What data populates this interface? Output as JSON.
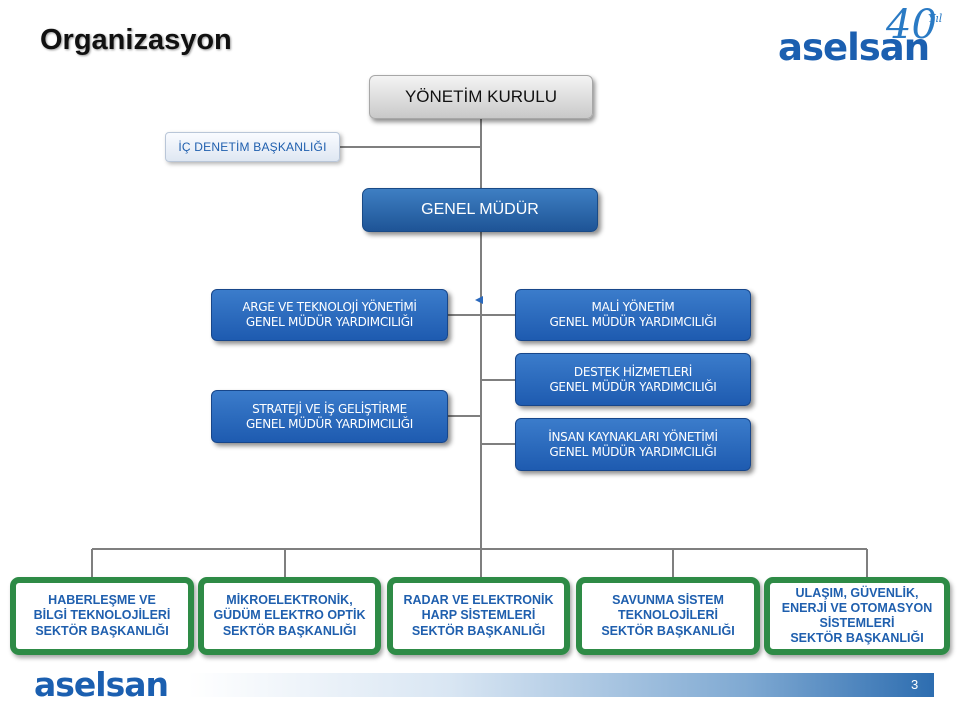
{
  "header": {
    "title": "Organizasyon",
    "logo_text": "aselsan",
    "anniversary_text": "40",
    "anniversary_suffix": "Yıl"
  },
  "chart": {
    "board": "YÖNETİM KURULU",
    "audit": "İÇ DENETİM BAŞKANLIĞI",
    "general_manager": "GENEL MÜDÜR",
    "deputies": {
      "arge": [
        "ARGE VE TEKNOLOJİ YÖNETİMİ",
        "GENEL MÜDÜR YARDIMCILIĞI"
      ],
      "mali": [
        "MALİ YÖNETİM",
        "GENEL MÜDÜR YARDIMCILIĞI"
      ],
      "destek": [
        "DESTEK HİZMETLERİ",
        "GENEL MÜDÜR  YARDIMCILIĞI"
      ],
      "strateji": [
        "STRATEJİ VE İŞ GELİŞTİRME",
        "GENEL MÜDÜR YARDIMCILIĞI"
      ],
      "insan": [
        "İNSAN KAYNAKLARI YÖNETİMİ",
        "GENEL MÜDÜR YARDIMCILIĞI"
      ]
    },
    "sectors": [
      [
        "HABERLEŞME VE",
        "BİLGİ TEKNOLOJİLERİ",
        "SEKTÖR BAŞKANLIĞI"
      ],
      [
        "MİKROELEKTRONİK,",
        "GÜDÜM ELEKTRO OPTİK",
        "SEKTÖR BAŞKANLIĞI"
      ],
      [
        "RADAR VE ELEKTRONİK",
        "HARP SİSTEMLERİ",
        "SEKTÖR BAŞKANLIĞI"
      ],
      [
        "SAVUNMA SİSTEM",
        "TEKNOLOJİLERİ",
        "SEKTÖR BAŞKANLIĞI"
      ],
      [
        "ULAŞIM, GÜVENLİK,",
        "ENERJİ VE OTOMASYON",
        "SİSTEMLERİ",
        "SEKTÖR BAŞKANLIĞI"
      ]
    ]
  },
  "footer": {
    "logo_text": "aselsan",
    "page_number": "3"
  },
  "colors": {
    "connector": "#7f7f7f",
    "blue_box": "#2a69bd",
    "sector_border": "#2e8b46",
    "sector_text": "#1f5fae"
  }
}
